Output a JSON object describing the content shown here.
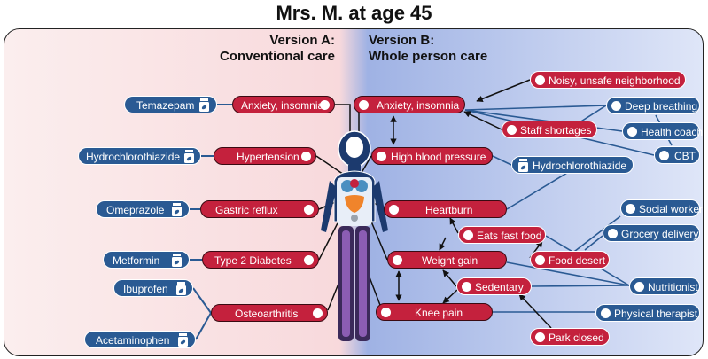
{
  "title": "Mrs. M. at age 45",
  "version_a": {
    "line1": "Version A:",
    "line2": "Conventional care"
  },
  "version_b": {
    "line1": "Version B:",
    "line2": "Whole person care"
  },
  "conventional": {
    "conditions": [
      "Anxiety, insomnia",
      "Hypertension",
      "Gastric reflux",
      "Type 2 Diabetes",
      "Osteoarthritis"
    ],
    "medications": [
      "Temazepam",
      "Hydrochlorothiazide",
      "Omeprazole",
      "Metformin",
      "Ibuprofen",
      "Acetaminophen"
    ]
  },
  "whole_person": {
    "conditions": [
      "Anxiety, insomnia",
      "High blood pressure",
      "Heartburn",
      "Weight gain",
      "Knee pain"
    ],
    "factors": [
      "Noisy, unsafe neighborhood",
      "Staff shortages",
      "Eats fast food",
      "Food desert",
      "Sedentary",
      "Park closed"
    ],
    "resources": [
      "Deep breathing",
      "Health coach",
      "CBT",
      "Hydrochlorothiazide",
      "Social worker",
      "Grocery delivery",
      "Nutritionist",
      "Physical therapist"
    ]
  },
  "colors": {
    "condition": "#c4213d",
    "resource": "#2a5a93",
    "left_bg": "#f8d9dc",
    "right_bg": "#9fb2e4"
  },
  "icons": [
    "pill-bottle-icon",
    "human-figure-icon"
  ]
}
